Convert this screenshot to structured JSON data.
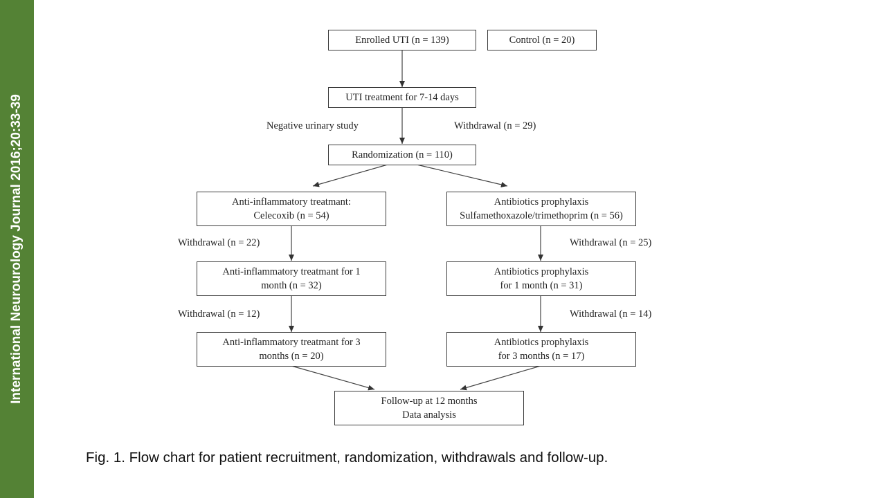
{
  "sidebar": {
    "text": "International Neurourology Journal 2016;20:33-39",
    "color": "#548235"
  },
  "flowchart": {
    "enrolled": "Enrolled UTI (n = 139)",
    "control": "Control (n = 20)",
    "treatment": "UTI treatment for 7-14 days",
    "negative_label": "Negative urinary study",
    "withdrawal_top": "Withdrawal (n = 29)",
    "randomization": "Randomization (n = 110)",
    "left": {
      "box1_line1": "Anti-inflammatory treatmant:",
      "box1_line2": "Celecoxib (n = 54)",
      "withdrawal1": "Withdrawal (n = 22)",
      "box2_line1": "Anti-inflammatory treatmant for 1",
      "box2_line2": "month (n = 32)",
      "withdrawal2": "Withdrawal (n = 12)",
      "box3_line1": "Anti-inflammatory treatmant for 3",
      "box3_line2": "months (n = 20)"
    },
    "right": {
      "box1_line1": "Antibiotics prophylaxis",
      "box1_line2": "Sulfamethoxazole/trimethoprim (n = 56)",
      "withdrawal1": "Withdrawal (n = 25)",
      "box2_line1": "Antibiotics prophylaxis",
      "box2_line2": "for 1 month (n = 31)",
      "withdrawal2": "Withdrawal (n = 14)",
      "box3_line1": "Antibiotics prophylaxis",
      "box3_line2": "for 3 months (n = 17)"
    },
    "final_line1": "Follow-up at 12 months",
    "final_line2": "Data analysis"
  },
  "caption": "Fig. 1. Flow chart for patient recruitment, randomization, withdrawals and follow-up."
}
